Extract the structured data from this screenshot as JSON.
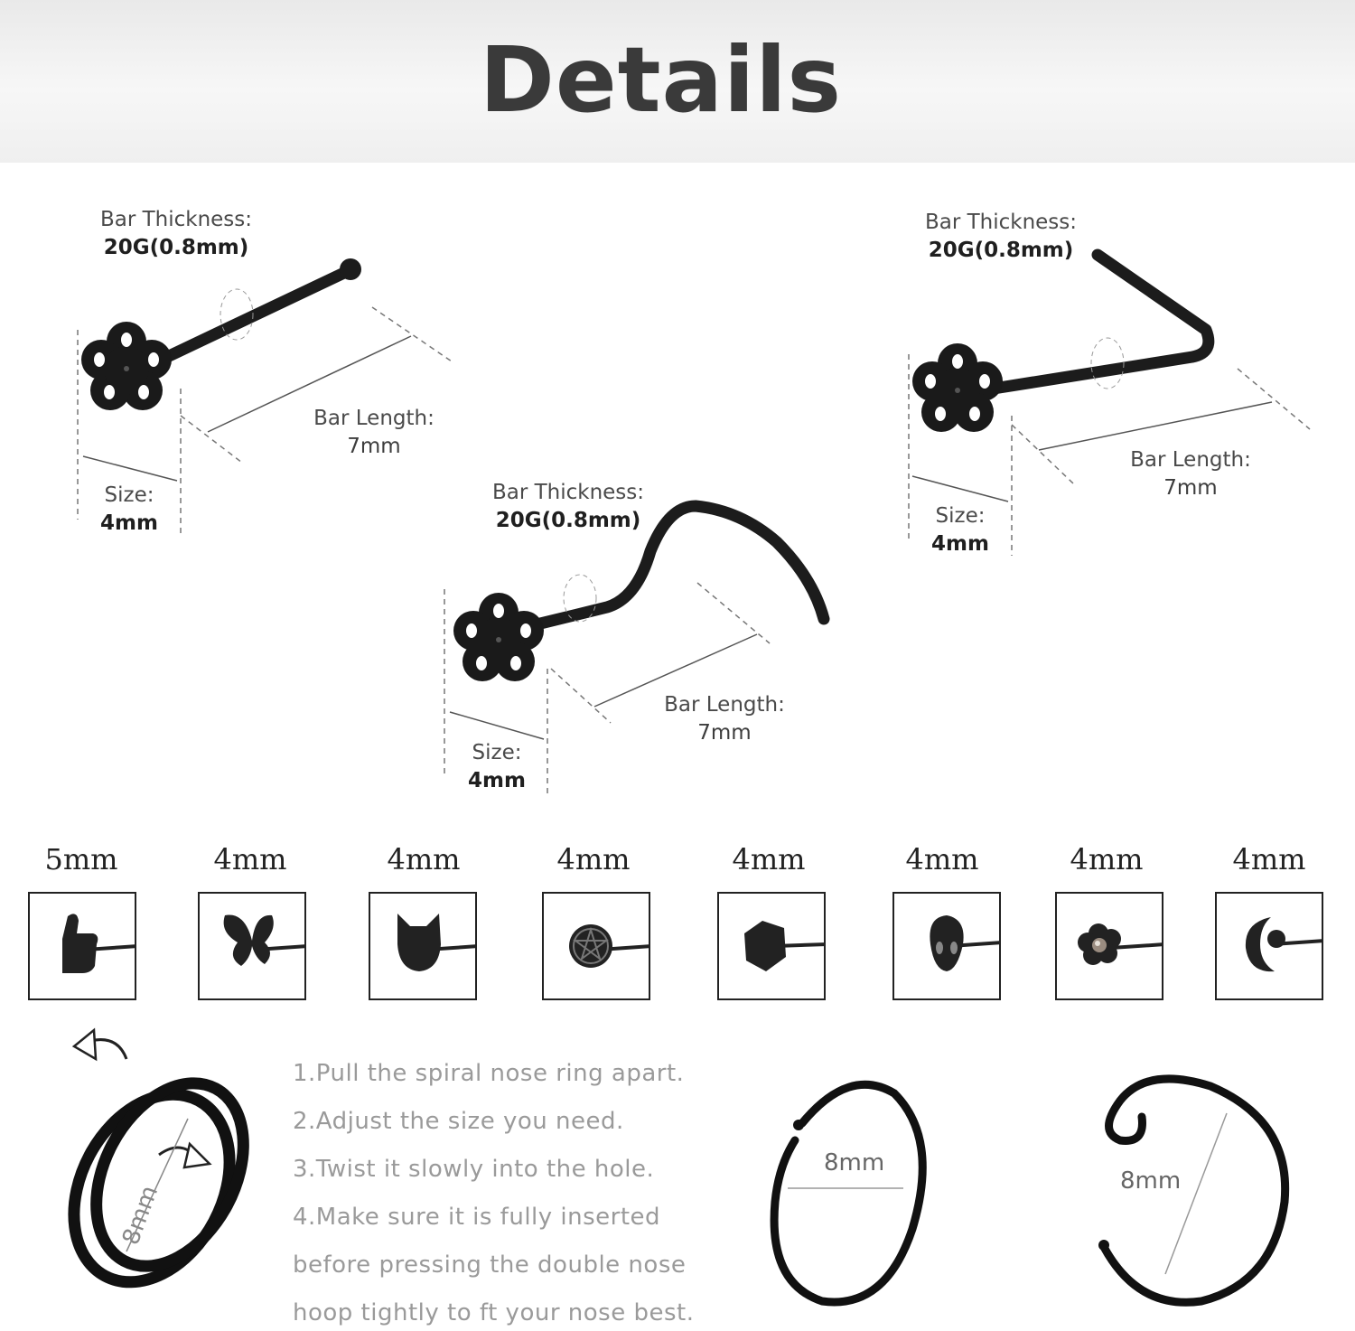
{
  "header": {
    "title": "Details"
  },
  "studs": {
    "straight": {
      "thickness_label": "Bar Thickness:",
      "thickness_value": "20G(0.8mm)",
      "length_label": "Bar Length:",
      "length_value": "7mm",
      "size_label": "Size:",
      "size_value": "4mm"
    },
    "screw": {
      "thickness_label": "Bar Thickness:",
      "thickness_value": "20G(0.8mm)",
      "length_label": "Bar Length:",
      "length_value": "7mm",
      "size_label": "Size:",
      "size_value": "4mm"
    },
    "l_shape": {
      "thickness_label": "Bar Thickness:",
      "thickness_value": "20G(0.8mm)",
      "length_label": "Bar Length:",
      "length_value": "7mm",
      "size_label": "Size:",
      "size_value": "4mm"
    }
  },
  "shapes": [
    {
      "size": "5mm",
      "icon": "thumbs-up-icon"
    },
    {
      "size": "4mm",
      "icon": "butterfly-icon"
    },
    {
      "size": "4mm",
      "icon": "cat-head-icon"
    },
    {
      "size": "4mm",
      "icon": "pentagram-icon"
    },
    {
      "size": "4mm",
      "icon": "hexagon-icon"
    },
    {
      "size": "4mm",
      "icon": "alien-head-icon"
    },
    {
      "size": "4mm",
      "icon": "crystal-flower-icon"
    },
    {
      "size": "4mm",
      "icon": "moon-icon"
    }
  ],
  "spiral": {
    "size": "8mm"
  },
  "instructions": {
    "steps": [
      "1.Pull the spiral nose ring apart.",
      "2.Adjust the size you need.",
      "3.Twist it slowly into the hole.",
      "4.Make sure it is fully inserted",
      "before pressing the double nose",
      "hoop tightly to ft your nose best."
    ]
  },
  "hoops": {
    "open_size": "8mm",
    "curl_size": "8mm"
  }
}
